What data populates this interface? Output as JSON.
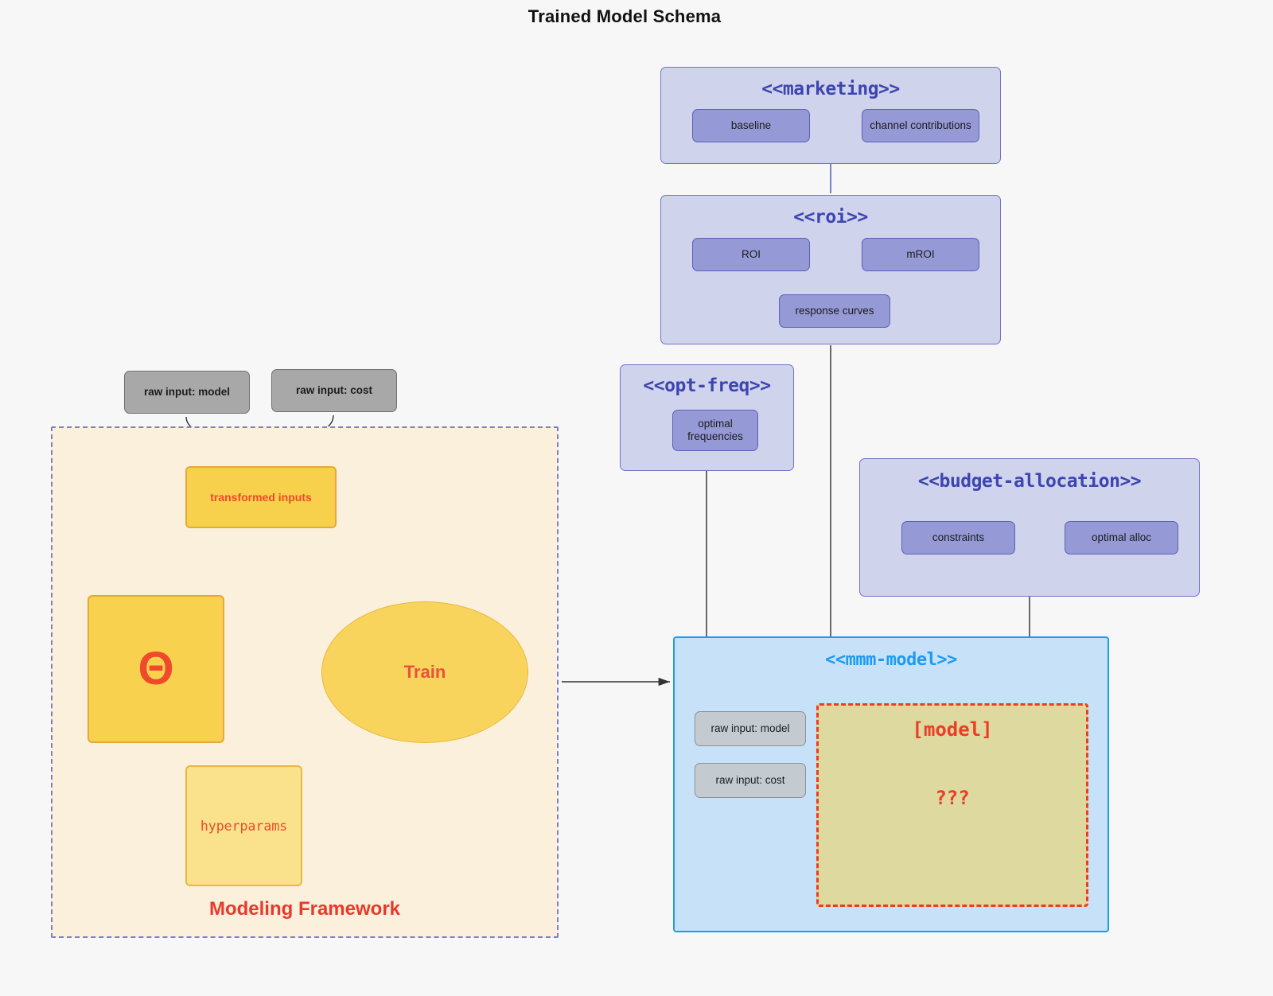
{
  "title": "Trained Model Schema",
  "colors": {
    "package_fill": "#d0d3ec",
    "package_border": "#7076c4",
    "package_title": "#3d45b0",
    "node_purple_fill": "#9599d6",
    "node_purple_border": "#5c61b7",
    "mmm_fill": "#c7e2f8",
    "mmm_border": "#1e9bf0",
    "model_fill": "#ded99e",
    "accent_red": "#ee3b25",
    "framework_fill": "#faf0dc",
    "framework_border": "#7b7fd0",
    "gold": "#f7d24d"
  },
  "packages": {
    "marketing": {
      "title": "<<marketing>>",
      "nodes": [
        {
          "label": "baseline"
        },
        {
          "label": "channel contributions"
        }
      ],
      "relation": "bidirectional"
    },
    "roi": {
      "title": "<<roi>>",
      "nodes": [
        {
          "label": "ROI"
        },
        {
          "label": "mROI"
        },
        {
          "label": "response curves"
        }
      ],
      "relation": "bidirectional"
    },
    "opt_freq": {
      "title": "<<opt-freq>>",
      "nodes": [
        {
          "label": "optimal\nfrequencies",
          "line1": "optimal",
          "line2": "frequencies"
        }
      ]
    },
    "budget_allocation": {
      "title": "<<budget-allocation>>",
      "nodes": [
        {
          "label": "constraints"
        },
        {
          "label": "optimal alloc"
        }
      ],
      "relation": "bidirectional"
    },
    "mmm_model": {
      "title": "<<mmm-model>>",
      "inputs": [
        {
          "label": "raw input: model"
        },
        {
          "label": "raw input: cost"
        }
      ],
      "model_box": {
        "label": "[model]",
        "unknown": "???"
      }
    }
  },
  "framework": {
    "label": "Modeling Framework",
    "raw_inputs": [
      {
        "label": "raw input: model"
      },
      {
        "label": "raw input: cost"
      }
    ],
    "transformed": "transformed inputs",
    "theta": "Θ",
    "train": "Train",
    "hyperparams": "hyperparams"
  }
}
